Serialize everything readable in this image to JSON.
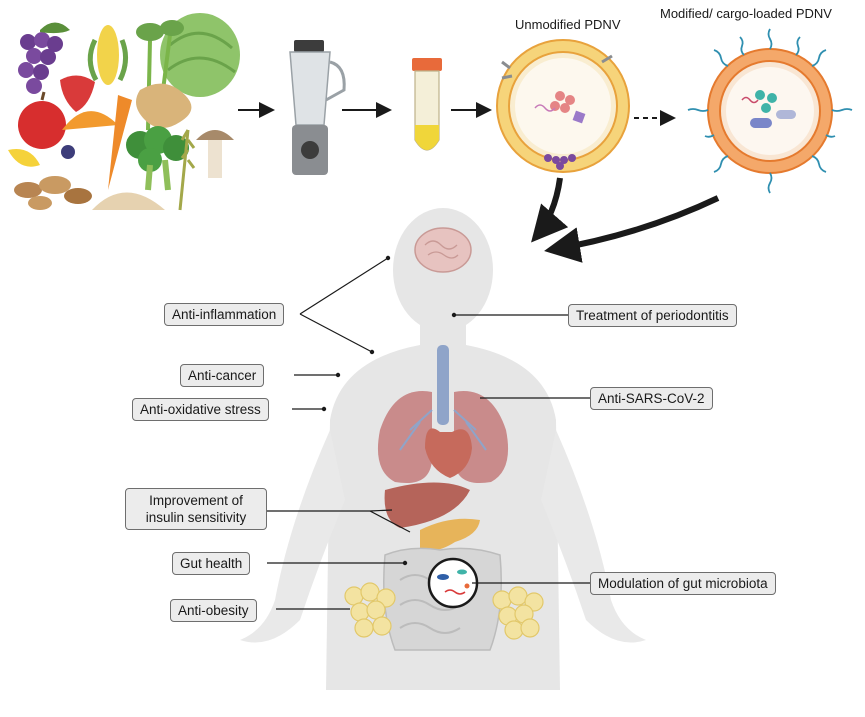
{
  "top": {
    "unmodified_title": "Unmodified PDNV",
    "modified_title": "Modified/ cargo-loaded PDNV"
  },
  "effects": {
    "anti_inflammation": "Anti-inflammation",
    "anti_cancer": "Anti-cancer",
    "anti_oxidative": "Anti-oxidative stress",
    "insulin_line1": "Improvement of",
    "insulin_line2": "insulin sensitivity",
    "gut_health": "Gut health",
    "anti_obesity": "Anti-obesity",
    "periodontitis": "Treatment of periodontitis",
    "sars": "Anti-SARS-CoV-2",
    "microbiota": "Modulation of gut microbiota"
  },
  "colors": {
    "membrane": "#f2c14e",
    "membrane_dark": "#e8a23c",
    "body": "#e6e6e6",
    "lungs": "#c98b8b",
    "liver": "#b5645a",
    "heart": "#c66a5c",
    "pancreas": "#e7b45a",
    "trachea": "#8fa4c9",
    "fat": "#f3e3a1",
    "brain": "#e7c3c0",
    "intestine": "#d6d6d6",
    "label_bg": "#ececec",
    "label_border": "#6e6e6e",
    "rna": "#2f8fb0"
  },
  "icons": [
    "fruits-vegetables-icon",
    "blender-icon",
    "centrifuge-tube-icon",
    "vesicle-icon",
    "loaded-vesicle-icon",
    "brain-icon",
    "lungs-icon",
    "liver-icon",
    "pancreas-icon",
    "intestine-icon",
    "microbiota-icon",
    "fat-tissue-icon"
  ]
}
